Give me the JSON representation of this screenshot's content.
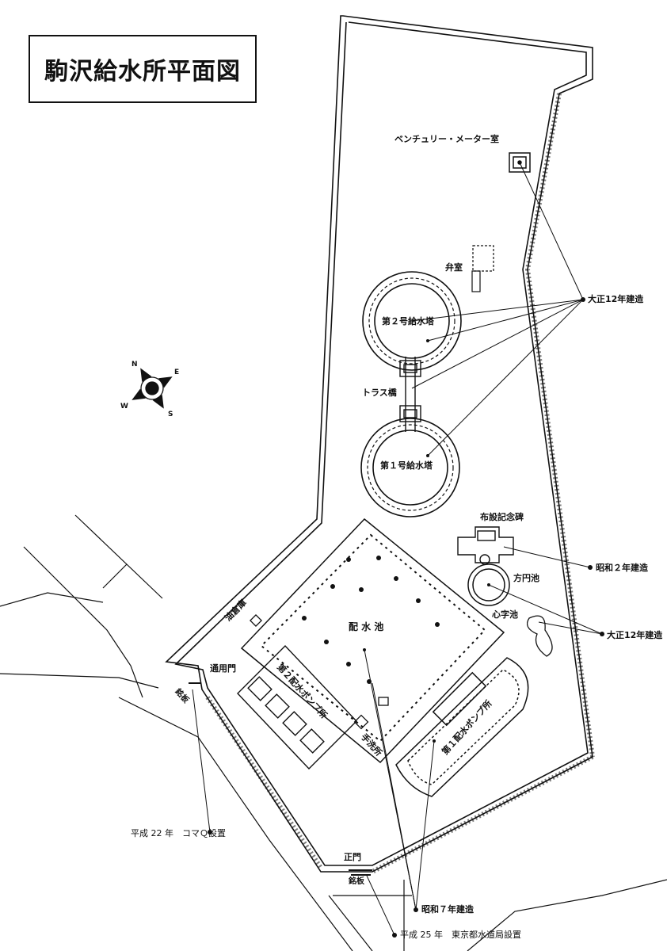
{
  "title": "駒沢給水所平面図",
  "compass": {
    "n": "N",
    "e": "E",
    "s": "S",
    "w": "W"
  },
  "labels": {
    "venturi_meter_room": "ベンチュリー・メーター室",
    "valve_room": "弁室",
    "tower2": "第２号給水塔",
    "tower1": "第１号給水塔",
    "truss_bridge": "トラス橋",
    "monument": "布設記念碑",
    "square_pond": "方円池",
    "heart_pond": "心字池",
    "reservoir": "配 水 池",
    "pump2": "第２配水ポンプ所",
    "pump1": "第１配水ポンプ所",
    "toilet": "手洗所",
    "oil_storage": "油倉庫",
    "side_gate": "通用門",
    "main_gate": "正門",
    "plaque_left": "銘板",
    "plaque_right": "銘板"
  },
  "annotations": {
    "taisho12_a": "大正12年建造",
    "showa2": "昭和２年建造",
    "taisho12_b": "大正12年建造",
    "heisei22": "平成 22 年　コマＱ設置",
    "showa7": "昭和７年建造",
    "heisei25": "平成 25 年　東京都水道局設置"
  }
}
